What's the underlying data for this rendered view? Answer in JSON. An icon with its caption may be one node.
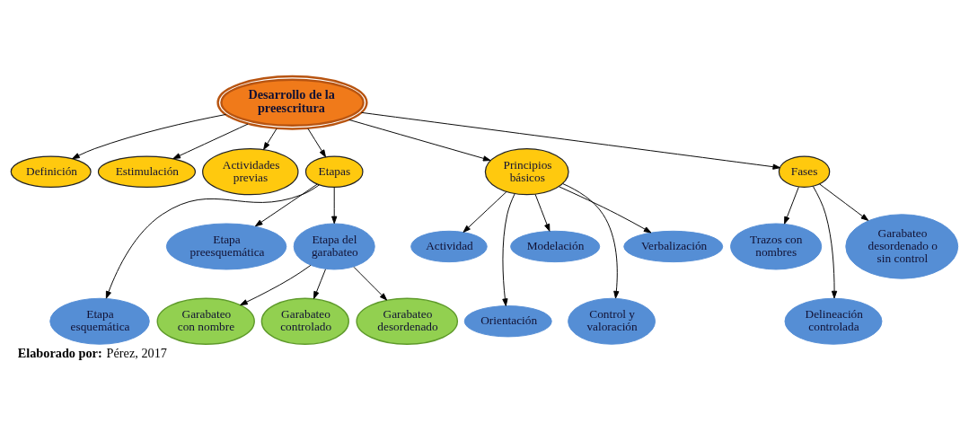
{
  "diagram": {
    "caption": "**Elaborado por:** Pérez, 2017",
    "nodes": [
      {
        "text": [
          "Etapa esquemática"
        ]
      },
      {
        "text": [
          "Definición"
        ]
      },
      {
        "text": [
          "Estimulación"
        ]
      },
      {
        "text": [
          "Etapa preesquemática"
        ]
      },
      {
        "text": [
          "Actividades previas"
        ]
      },
      {
        "text": [
          "Actividad"
        ]
      },
      {
        "text": [
          "Garabateo con nombre"
        ]
      },
      {
        "text": [
          "Etapas"
        ]
      },
      {
        "text": [
          "Desarrollo de la preescritura"
        ]
      },
      {
        "text": [
          "Orientación"
        ]
      },
      {
        "text": [
          "Etapa del garabateo"
        ]
      },
      {
        "text": [
          "Principios básicos"
        ]
      },
      {
        "text": [
          "Trazos con nombres"
        ]
      },
      {
        "text": [
          "Fases"
        ]
      },
      {
        "text": [
          "Modelación"
        ]
      },
      {
        "text": [
          "Garabateo controlado"
        ]
      },
      {
        "text": [
          "Garabateo desordenado"
        ]
      },
      {
        "text": [
          "Control y valoración"
        ]
      },
      {
        "text": [
          "Delineación controlada"
        ]
      },
      {
        "text": [
          "Garabateo desordenado o sin control"
        ]
      },
      {
        "text": [
          "Verbalización"
        ]
      }
    ],
    "edges": [
      {
        "from": 8,
        "to": 7,
        "arrow": "to"
      },
      {
        "from": 8,
        "to": 4,
        "arrow": "to"
      },
      {
        "from": 8,
        "to": 1,
        "arrow": "to"
      },
      {
        "from": 8,
        "to": 2,
        "arrow": "to"
      },
      {
        "from": 8,
        "to": 11,
        "arrow": "to"
      },
      {
        "from": 8,
        "to": 13,
        "arrow": "to"
      },
      {
        "from": 7,
        "to": 3,
        "arrow": "to"
      },
      {
        "from": 7,
        "to": 0,
        "arrow": "to"
      },
      {
        "from": 7,
        "to": 10,
        "arrow": "to"
      },
      {
        "from": 10,
        "to": 6,
        "arrow": "to"
      },
      {
        "from": 10,
        "to": 15,
        "arrow": "to"
      },
      {
        "from": 10,
        "to": 16,
        "arrow": "to"
      },
      {
        "from": 13,
        "to": 12,
        "arrow": "to"
      },
      {
        "from": 13,
        "to": 18,
        "arrow": "to"
      },
      {
        "from": 13,
        "to": 19,
        "arrow": "to"
      },
      {
        "from": 11,
        "to": 5,
        "arrow": "to"
      },
      {
        "from": 11,
        "to": 9,
        "arrow": "to"
      },
      {
        "from": 11,
        "to": 14,
        "arrow": "to"
      },
      {
        "from": 11,
        "to": 17,
        "arrow": "to"
      },
      {
        "from": 11,
        "to": 20,
        "arrow": "to"
      }
    ]
  }
}
